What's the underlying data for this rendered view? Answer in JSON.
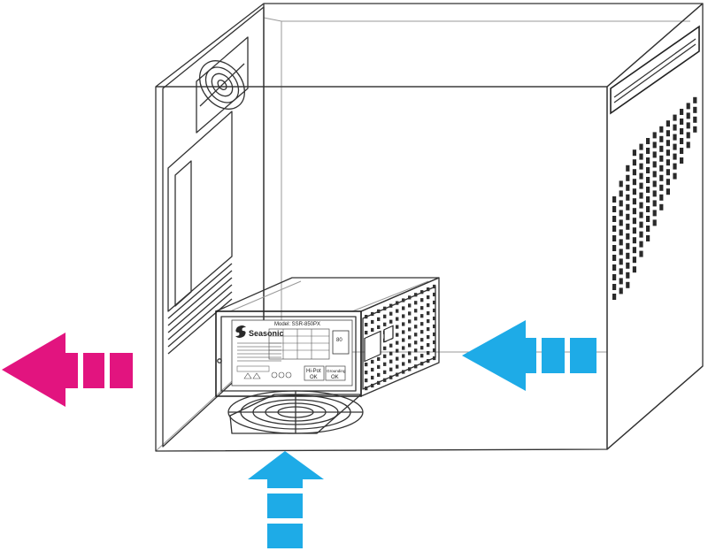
{
  "colors": {
    "exhaust_arrow": "#e2147f",
    "intake_arrow": "#1eabe7",
    "line": "#333333"
  },
  "psu_label": {
    "brand": "Seasonic",
    "model_line": "Model: SSR-850PX",
    "cert_badge": "80",
    "tag_left_title": "Hi-Pot",
    "tag_left_value": "OK",
    "tag_right_title": "Grounding",
    "tag_right_value": "OK"
  },
  "arrows": [
    {
      "id": "exhaust-arrow-left",
      "direction": "left",
      "meaning": "exhaust"
    },
    {
      "id": "intake-arrow-right",
      "direction": "left",
      "meaning": "intake"
    },
    {
      "id": "intake-arrow-bottom",
      "direction": "up",
      "meaning": "intake"
    }
  ]
}
